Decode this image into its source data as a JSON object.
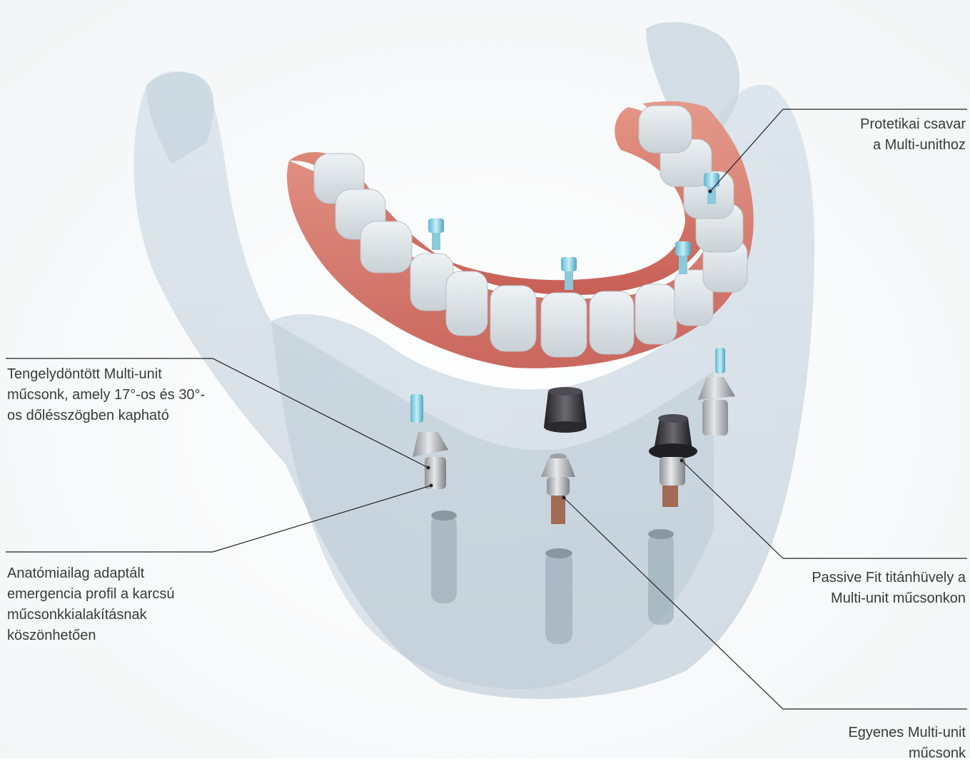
{
  "labels": {
    "prosthetic_screw": "Protetikai csavar\na Multi-unithoz",
    "tilted_multi_unit": "Tengelydöntött Multi-unit műcsonk, amely 17°-os és 30°-os dőlésszögben kapható",
    "anatomical_profile": "Anatómiailag adaptált emergencia profil a karcsú műcsonkkialakításnak köszönhetően",
    "passive_fit_sleeve": "Passive Fit titánhüvely a\nMulti-unit műcsonkon",
    "straight_multi_unit": "Egyenes Multi-unit\nműcsonk"
  },
  "colors": {
    "bone": "#b9ccd8",
    "gum": "#d9786c",
    "teeth": "#dde3e6",
    "screw": "#8fd3e6",
    "titanium": "#b9bcc0",
    "sleeve": "#3a3a3e",
    "leader_line": "#222222",
    "text": "#3a3a3a"
  }
}
